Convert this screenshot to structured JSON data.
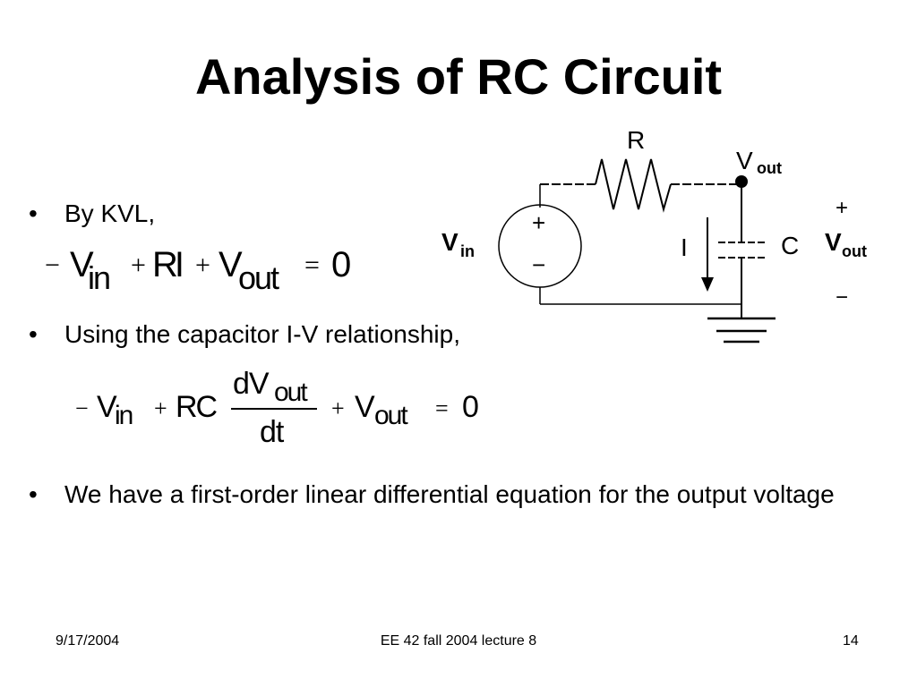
{
  "slide": {
    "title": "Analysis of RC Circuit",
    "bullets": [
      "By KVL,",
      "Using the capacitor I-V relationship,",
      "We have a first-order linear differential equation for the output voltage"
    ],
    "bullet_marker": "•"
  },
  "equation1": {
    "minus": "−",
    "v": "V",
    "in_sub": "in",
    "plus1": "+",
    "ri": "RI",
    "plus2": "+",
    "v2": "V",
    "out_sub": "out",
    "equals": "=",
    "zero": "0"
  },
  "equation2": {
    "minus": "−",
    "v": "V",
    "in_sub": "in",
    "plus1": "+",
    "rc": "RC",
    "num": "dV",
    "num_sub": "out",
    "den": "dt",
    "plus2": "+",
    "v2": "V",
    "out_sub": "out",
    "equals": "=",
    "zero": "0"
  },
  "circuit": {
    "resistor_label": "R",
    "node_label": "V",
    "node_label_sub": "out",
    "source_plus": "+",
    "source_minus": "−",
    "source_label": "V",
    "source_label_sub": "in",
    "current_label": "I",
    "capacitor_label": "C",
    "output_plus": "+",
    "output_label": "V",
    "output_label_sub": "out",
    "output_minus": "−"
  },
  "footer": {
    "date": "9/17/2004",
    "course": "EE 42 fall 2004 lecture 8",
    "page": "14"
  }
}
